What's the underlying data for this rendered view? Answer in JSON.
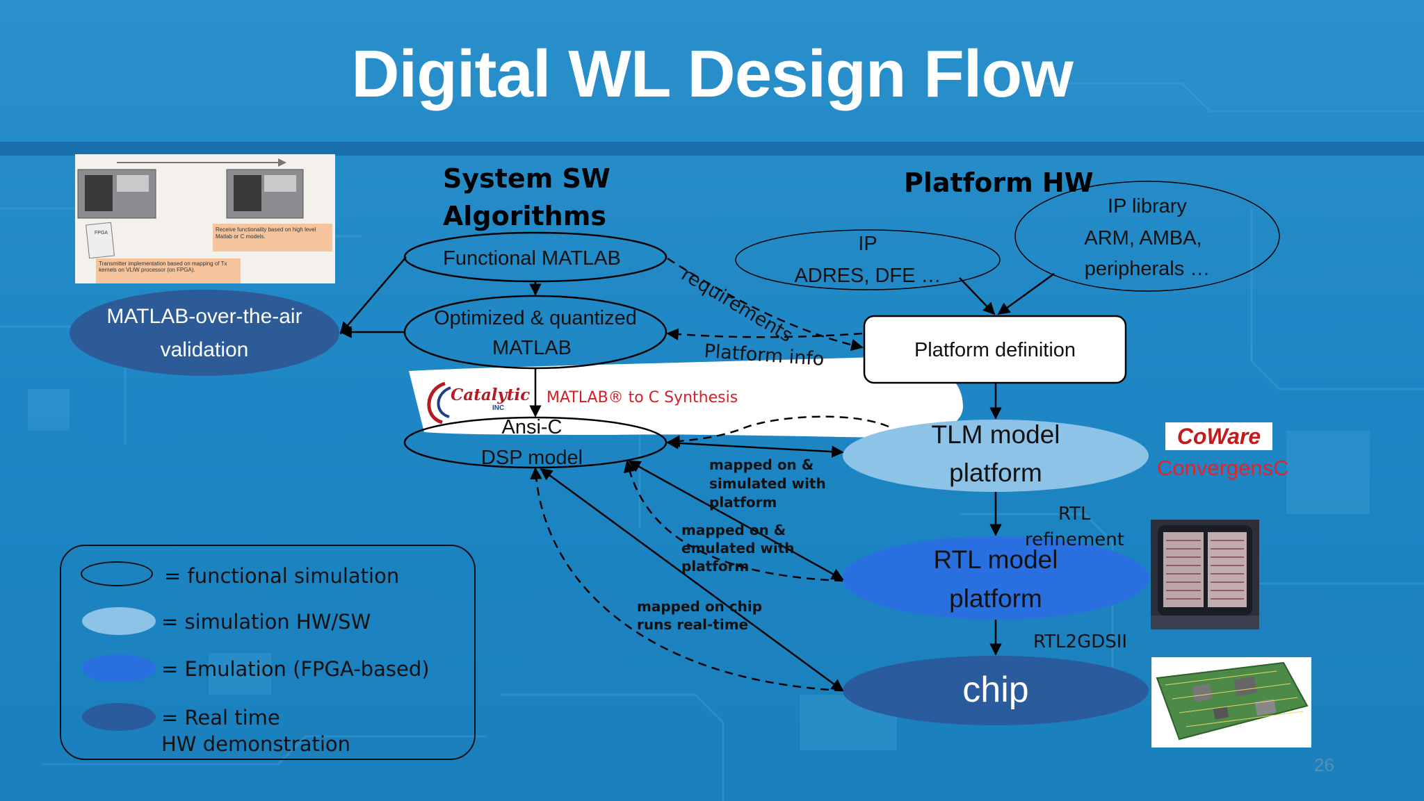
{
  "slide": {
    "title": "Digital WL Design Flow",
    "page_number": "26"
  },
  "columns": {
    "system_sw_line1": "System SW",
    "system_sw_line2": "Algorithms",
    "platform_hw": "Platform HW"
  },
  "nodes": {
    "functional_matlab": "Functional MATLAB",
    "optimized_line1": "Optimized & quantized",
    "optimized_line2": "MATLAB",
    "ansi_c_line1": "Ansi-C",
    "ansi_c_line2": "DSP model",
    "ota_line1": "MATLAB-over-the-air",
    "ota_line2": "validation",
    "ip_line1": "IP",
    "ip_line2": "ADRES, DFE …",
    "iplib_line1": "IP library",
    "iplib_line2": "ARM, AMBA,",
    "iplib_line3": "peripherals …",
    "platform_definition": "Platform definition",
    "tlm_line1": "TLM model",
    "tlm_line2": "platform",
    "rtl_line1": "RTL model",
    "rtl_line2": "platform",
    "chip": "chip"
  },
  "edge_labels": {
    "requirements": "requirements",
    "platform_info": "Platform info",
    "matlab_to_c": "MATLAB® to C Synthesis",
    "mapped_sim_1": "mapped on &",
    "mapped_sim_2": "simulated with",
    "mapped_sim_3": "platform",
    "mapped_emu_1": "mapped on &",
    "mapped_emu_2": "emulated with",
    "mapped_emu_3": "platform",
    "mapped_chip_1": "mapped on chip",
    "mapped_chip_2": "runs real-time",
    "rtl_ref_1": "RTL",
    "rtl_ref_2": "refinement",
    "rtl2gds": "RTL2GDSII"
  },
  "brands": {
    "catalytic": "Catalytic",
    "catalytic_sub": "INC",
    "coware": "CoWare",
    "convergensc": "ConvergensC"
  },
  "photo_captions": {
    "tx": "Transmitter implementation based on mapping of Tx kernels on VLIW processor (on FPGA).",
    "rx": "Receive functionality based on high level Matlab or C models.",
    "fpga": "FPGA"
  },
  "legend": [
    {
      "text": "= functional simulation",
      "style": "outline"
    },
    {
      "text": "= simulation HW/SW",
      "style": "light"
    },
    {
      "text": "= Emulation (FPGA-based)",
      "style": "medium"
    },
    {
      "text": "= Real time\nHW demonstration",
      "style": "dark"
    }
  ],
  "colors": {
    "background": "#1f86c4",
    "light_fill": "#8ec3e8",
    "medium_fill": "#2a6fe0",
    "dark_fill": "#2a5b9c",
    "ota_fill": "#2c5b97",
    "red_text": "#d41f26"
  }
}
